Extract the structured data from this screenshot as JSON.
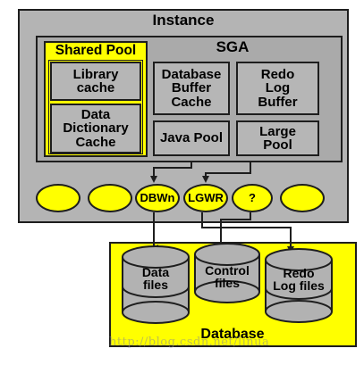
{
  "instance": {
    "title": "Instance"
  },
  "sga": {
    "title": "SGA"
  },
  "shared_pool": {
    "title": "Shared Pool",
    "library_cache": "Library\ncache",
    "data_dictionary_cache": "Data\nDictionary\nCache"
  },
  "buffers": {
    "database_buffer_cache": "Database\nBuffer\nCache",
    "redo_log_buffer": "Redo\nLog\nBuffer",
    "java_pool": "Java Pool",
    "large_pool": "Large\nPool"
  },
  "processes": [
    "",
    "",
    "DBWn",
    "LGWR",
    "?",
    ""
  ],
  "database": {
    "title": "Database",
    "data_files": "Data\nfiles",
    "control_files": "Control\nfiles",
    "redo_log_files": "Redo\nLog files"
  },
  "watermark": "http://blog.csdn.net/linua",
  "colors": {
    "yellow": "#ffff00",
    "gray_light": "#b4b4b4",
    "gray_mid": "#aaaaaa",
    "cylinder": "#b2b2b2",
    "border": "#1e1e1e"
  }
}
